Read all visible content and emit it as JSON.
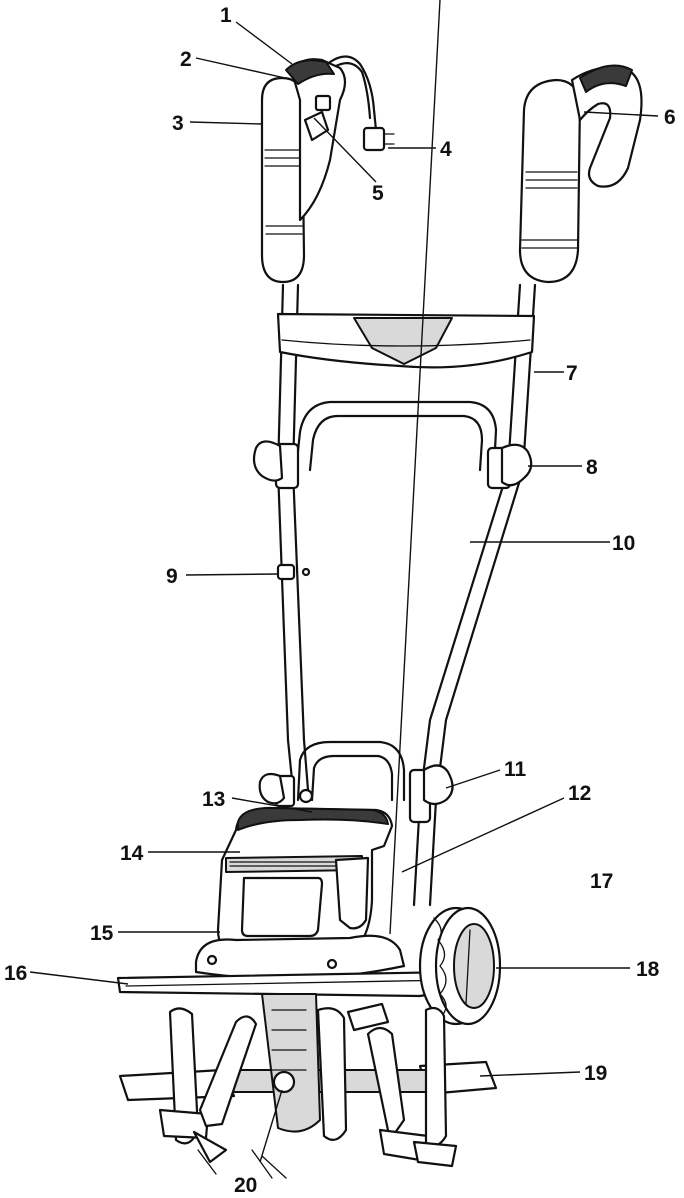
{
  "callouts": [
    {
      "id": "1",
      "label": "1"
    },
    {
      "id": "2",
      "label": "2"
    },
    {
      "id": "3",
      "label": "3"
    },
    {
      "id": "4",
      "label": "4"
    },
    {
      "id": "5",
      "label": "5"
    },
    {
      "id": "6",
      "label": "6"
    },
    {
      "id": "7",
      "label": "7"
    },
    {
      "id": "8",
      "label": "8"
    },
    {
      "id": "9",
      "label": "9"
    },
    {
      "id": "10",
      "label": "10"
    },
    {
      "id": "11",
      "label": "11"
    },
    {
      "id": "12",
      "label": "12"
    },
    {
      "id": "13",
      "label": "13"
    },
    {
      "id": "14",
      "label": "14"
    },
    {
      "id": "15",
      "label": "15"
    },
    {
      "id": "16",
      "label": "16"
    },
    {
      "id": "17",
      "label": "17"
    },
    {
      "id": "18",
      "label": "18"
    },
    {
      "id": "19",
      "label": "19"
    },
    {
      "id": "20",
      "label": "20"
    }
  ],
  "colors": {
    "ink": "#111111",
    "background": "#ffffff",
    "shade": "#d9d9d9"
  }
}
